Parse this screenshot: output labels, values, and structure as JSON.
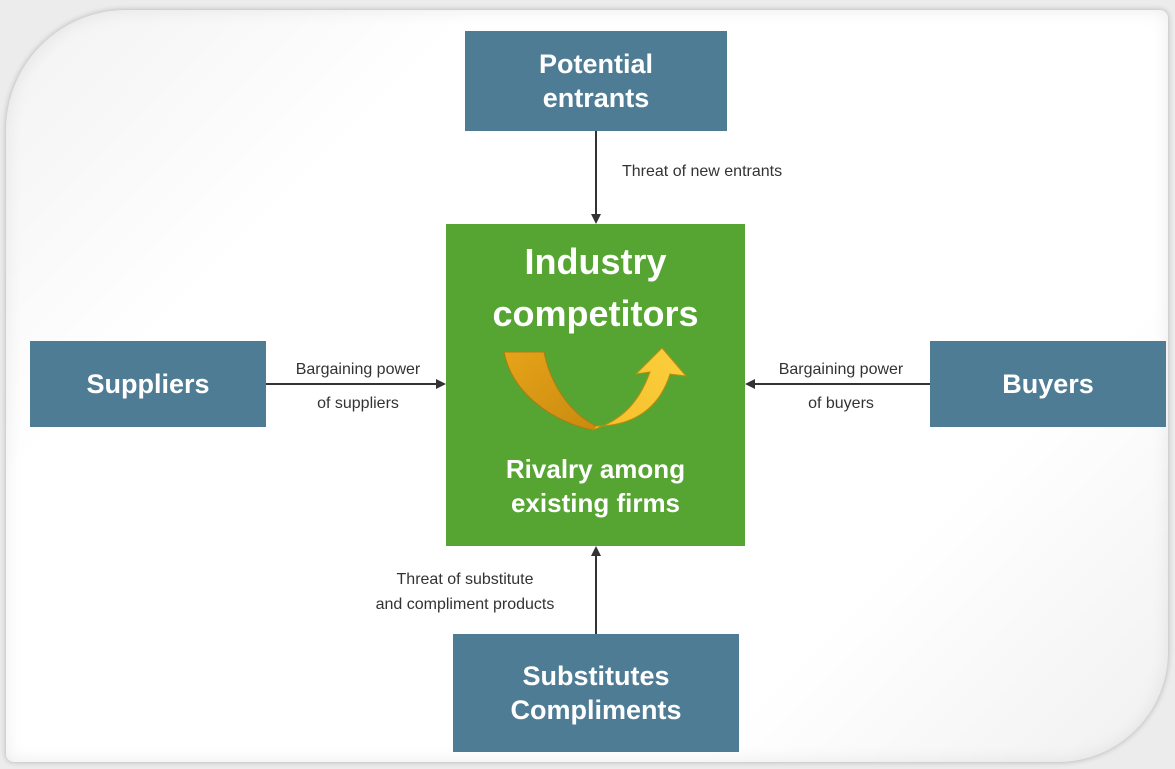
{
  "nodes": {
    "potential_entrants": "Potential\nentrants",
    "suppliers": "Suppliers",
    "buyers": "Buyers",
    "substitutes": "Substitutes\nCompliments",
    "center_title": "Industry\ncompetitors",
    "center_subtitle": "Rivalry among\nexisting firms"
  },
  "edges": {
    "new_entrants": "Threat of new entrants",
    "suppliers_power": "Bargaining power\nof suppliers",
    "buyers_power": "Bargaining power\nof buyers",
    "substitutes_threat": "Threat of substitute\nand compliment products"
  },
  "colors": {
    "node_fill": "#4f7c95",
    "center_fill": "#56a533",
    "rivalry_arrow": "#f2b417"
  },
  "icons": {
    "rivalry": "curved-arrow-icon"
  }
}
